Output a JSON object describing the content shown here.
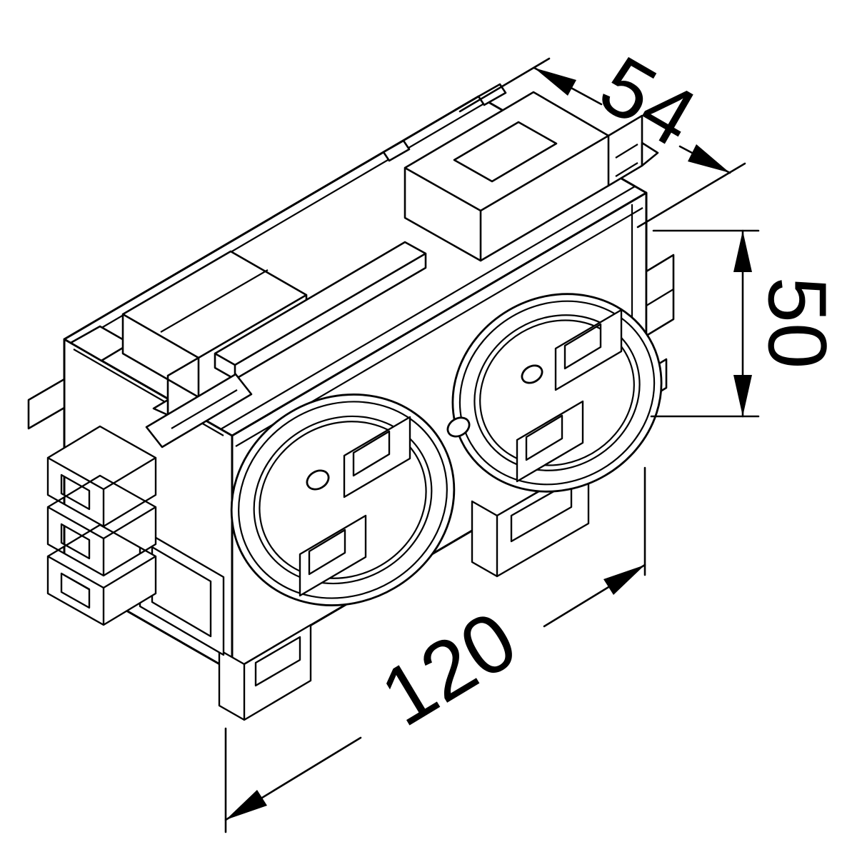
{
  "figure": {
    "background_color": "#ffffff",
    "line_color": "#000000"
  },
  "dimensions": {
    "depth": "54",
    "height": "50",
    "length": "120"
  }
}
